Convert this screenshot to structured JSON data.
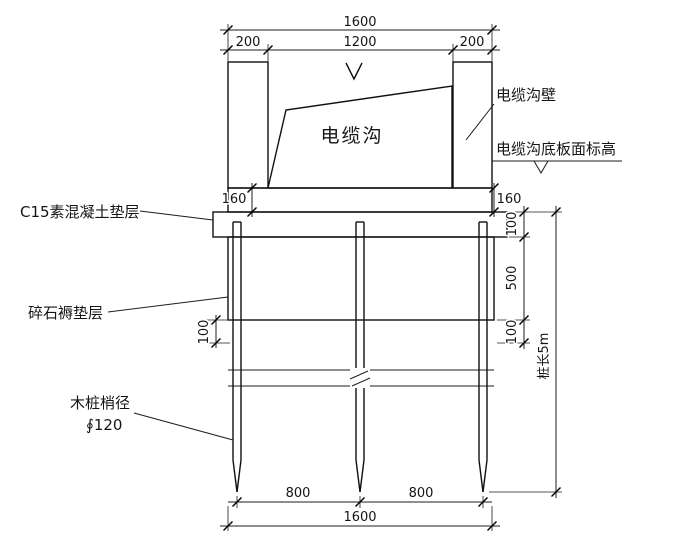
{
  "drawing_labels": {
    "trench": "电缆沟",
    "trench_wall": "电缆沟壁",
    "trench_floor_elevation": "电缆沟底板面标高",
    "c15_cushion": "C15素混凝土垫层",
    "gravel_cushion": "碎石褥垫层",
    "pile_dia_title": "木桩梢径",
    "pile_dia_value": "∮120",
    "pile_length": "桩长5m"
  },
  "dimensions": {
    "top_total": "1600",
    "top_seg_left": "200",
    "top_seg_mid": "1200",
    "top_seg_right": "200",
    "slab_left": "160",
    "slab_right": "160",
    "layer_c15": "100",
    "layer_gravel": "500",
    "layer_bottom_right": "100",
    "layer_bottom_left": "100",
    "pile_spacing_left": "800",
    "pile_spacing_right": "800",
    "bottom_total": "1600"
  }
}
